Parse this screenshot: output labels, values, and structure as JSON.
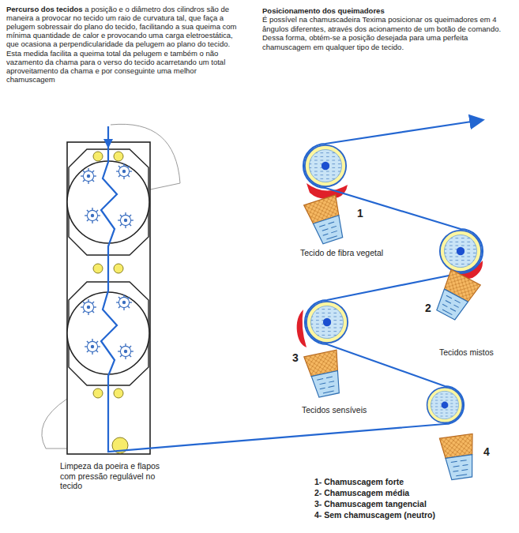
{
  "diagram": {
    "labels": [
      "Percurso dos tecidos",
      "a posição e o diâmetro dos cilindros são de maneira a provocar no tecido um raio de curvatura tal, que faça a pelugem sobressair do plano do tecido, facilitando a sua queima com mínima quantidade de calor e provocando uma carga eletroestática, que ocasiona a perpendicularidade da pelugem ao plano do tecido. Esta medida facilita a queima total da pelugem e também o não vazamento da chama para o verso do tecido acarretando um total aproveitamento da chama e por conseguinte uma melhor chamuscagem",
      "Posicionamento dos queimadores",
      "É possível na chamuscadeira Texima posicionar os queimadores em 4 ângulos diferentes, através dos acionamento de um botão de comando. Dessa forma, obtém-se a posição desejada para uma perfeita chamuscagem em qualquer tipo de tecido.",
      "Limpeza da poeira e flapos com pressão regulável no tecido",
      "1",
      "Tecido de fibra vegetal",
      "2",
      "Tecidos mistos",
      "3",
      "Tecidos sensíveis",
      "4",
      "1- Chamuscagem forte",
      "2- Chamuscagem média",
      "3- Chamuscagem tangencial",
      "4- Sem chamuscagem (neutro)"
    ]
  }
}
